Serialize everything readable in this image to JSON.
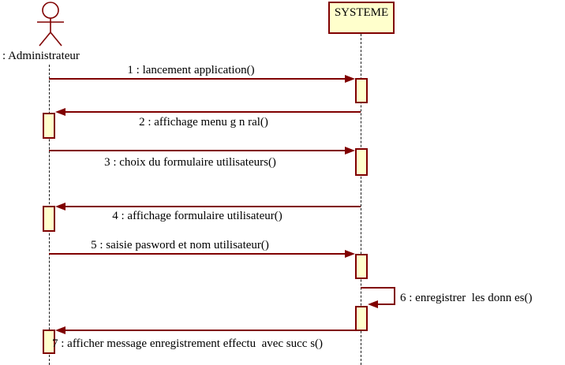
{
  "diagram": {
    "kind": "uml-sequence-diagram",
    "actor": {
      "label": ": Administrateur"
    },
    "system": {
      "label": "SYSTEME"
    },
    "colors": {
      "message_line": "#800000",
      "box_fill": "#ffffcc",
      "box_border": "#800000",
      "text": "#000000",
      "lifeline": "#1a1a1a",
      "background": "#ffffff"
    },
    "messages": [
      {
        "label": "1 : lancement application()",
        "from": "administrateur",
        "to": "systeme",
        "direction": "right"
      },
      {
        "label": "2 : affichage menu g n ral()",
        "from": "systeme",
        "to": "administrateur",
        "direction": "left"
      },
      {
        "label": "3 : choix du formulaire utilisateurs()",
        "from": "administrateur",
        "to": "systeme",
        "direction": "right"
      },
      {
        "label": "4 : affichage formulaire utilisateur()",
        "from": "systeme",
        "to": "administrateur",
        "direction": "left"
      },
      {
        "label": "5 : saisie pasword et nom utilisateur()",
        "from": "administrateur",
        "to": "systeme",
        "direction": "right"
      },
      {
        "label": "6 : enregistrer  les donn es()",
        "from": "systeme",
        "to": "systeme",
        "direction": "self"
      },
      {
        "label": "7 : afficher message enregistrement effectu  avec succ s()",
        "from": "systeme",
        "to": "administrateur",
        "direction": "left"
      }
    ]
  }
}
